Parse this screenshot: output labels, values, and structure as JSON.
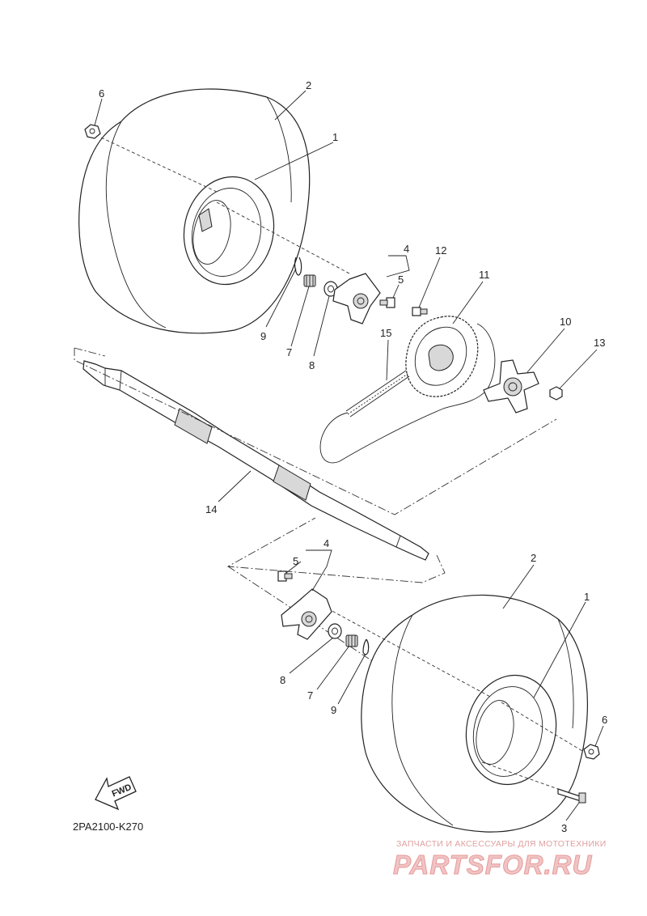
{
  "diagram_code": "2PA2100-K270",
  "fwd_label": "FWD",
  "watermark": {
    "top_line": "ЗАПЧАСТИ И АКСЕССУАРЫ ДЛЯ МОТОТЕХНИКИ",
    "brand": "PARTSFOR.RU"
  },
  "callouts": {
    "top_6": "6",
    "top_2": "2",
    "top_1": "1",
    "top_4": "4",
    "top_5": "5",
    "top_12": "12",
    "top_11": "11",
    "top_10": "10",
    "top_13": "13",
    "top_9": "9",
    "top_7": "7",
    "top_8": "8",
    "top_15": "15",
    "top_14": "14",
    "bot_4": "4",
    "bot_5": "5",
    "bot_2": "2",
    "bot_1": "1",
    "bot_8": "8",
    "bot_7": "7",
    "bot_9": "9",
    "bot_6": "6",
    "bot_3": "3"
  }
}
